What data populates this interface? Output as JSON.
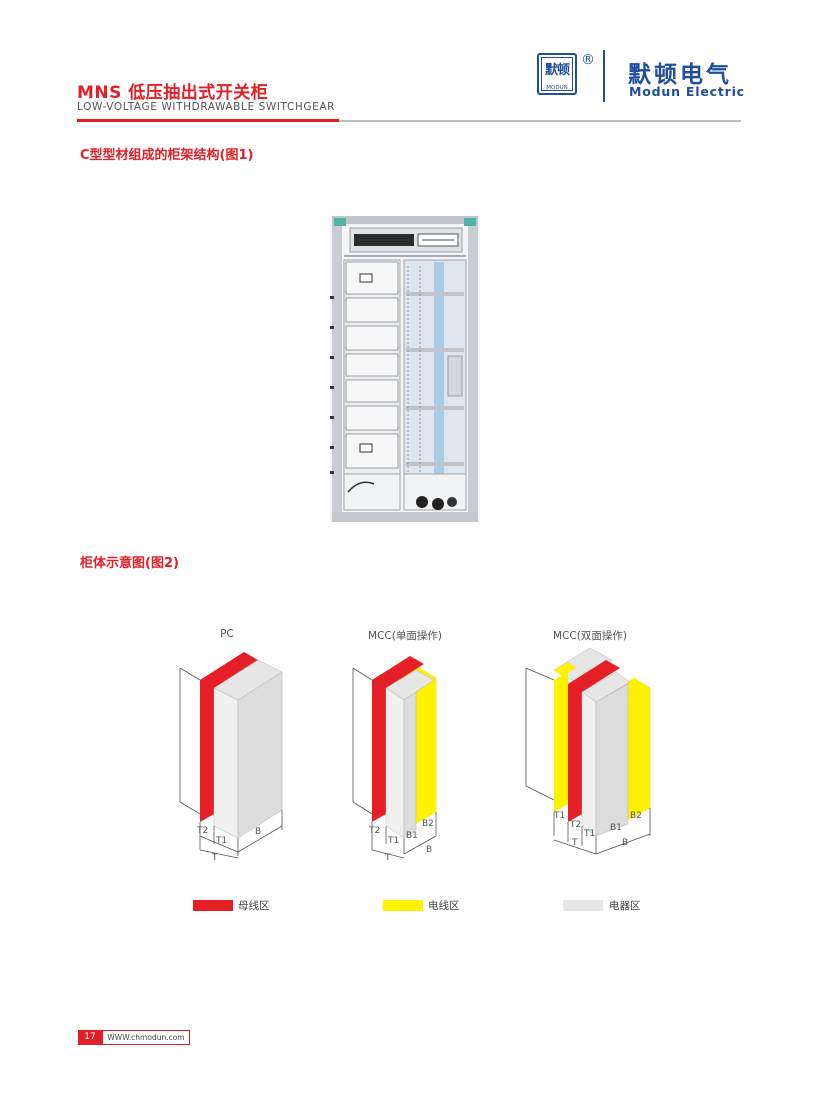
{
  "header": {
    "title_cn": "MNS 低压抽出式开关柜",
    "title_en": "LOW-VOLTAGE WITHDRAWABLE SWITCHGEAR"
  },
  "brand": {
    "logo_cn": "默顿",
    "logo_en": "MODUN",
    "registered": "®",
    "name_cn": "默顿电气",
    "name_en": "Modun Electric",
    "color": "#1f4e9a"
  },
  "sections": {
    "frame_title": "C型型材组成的柜架结构(图1)",
    "schematic_title": "柜体示意图(图2)"
  },
  "diagrams": [
    {
      "label": "PC",
      "dims": {
        "t2": "T2",
        "t1": "T1",
        "b": "B",
        "t": "T"
      }
    },
    {
      "label": "MCC(单面操作)",
      "dims": {
        "t2": "T2",
        "t1": "T1",
        "b1": "B1",
        "b2": "B2",
        "t": "T",
        "b": "B"
      }
    },
    {
      "label": "MCC(双面操作)",
      "dims": {
        "t1": "T1",
        "t2": "T2",
        "t1b": "T1",
        "b1": "B1",
        "b2": "B2",
        "t": "T",
        "b": "B"
      }
    }
  ],
  "legend": [
    {
      "label": "母线区",
      "color": "#e41f26"
    },
    {
      "label": "电线区",
      "color": "#fff200"
    },
    {
      "label": "电器区",
      "color": "#e6e6e6"
    }
  ],
  "footer": {
    "page_number": "17",
    "url": "WWW.chmodun.com"
  },
  "colors": {
    "accent": "#e41f26"
  }
}
